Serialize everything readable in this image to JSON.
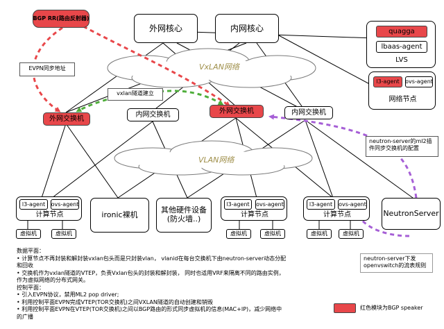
{
  "diagram": {
    "core_switches": [
      "外网核心",
      "内网核心"
    ],
    "vxlan_top": "VxLAN网络",
    "vxlan_mid": "VLAN网络",
    "bgp_rr": "BGP RR(路由反射器)",
    "evpn_sync": "EVPN同步地址",
    "vxlan_tunnel": "vxlan隧道建立",
    "ext_switch": "外网交换机",
    "int_switch": "内网交换机",
    "lvs": {
      "quagga": "quagga",
      "lbaas": "lbaas-agent",
      "label": "LVS"
    },
    "net_node": {
      "l3": "l3-agent",
      "ovs": "ovs-agent",
      "label": "网络节点"
    },
    "compute": {
      "l3": "l3-agent",
      "ovs": "ovs-agent",
      "label": "计算节点",
      "vm": "虚拟机"
    },
    "ironic": "ironic裸机",
    "hardware": [
      "其他硬件设备",
      "(防火墙..)"
    ],
    "neutron_server": "NeutronServer",
    "ml2_note": [
      "neutron-server的ml2插",
      "件同步交换机的配置"
    ],
    "flow_note": [
      "neutron-server下发",
      "openvswitch的流表规则"
    ],
    "legend": "红色模块为BGP  speaker"
  },
  "notes": [
    "数据平面：",
    "• 计算节点不再封装和解封装vxlan包头而是只封装vlan， vlanid在每台交换机下由neutron-server动态分配",
    "   和回收",
    "• 交换机作为vxlan隧道的VTEP，负责Vxlan包头的封装和解封装， 同时也适用VRF来隔离不同的路由实例，",
    "   作为虚拟网络的分布式网关。",
    "控制平面：",
    "• 引入EVPN协议，禁用ML2 pop driver;",
    "• 利用控制平面EVPN完成VTEP(TOR交换机)之间VXLAN隧道的自动创建和销毁",
    "• 利用控制平面EVPN在VTEP(TOR交换机)之间以BGP路由的形式同步虚拟机的信息(MAC+IP)，减少网络中",
    "   的广播"
  ],
  "colors": {
    "red": "#e8474a",
    "dash_red": "#e8474a",
    "dash_green": "#4fae3b",
    "dash_purple": "#a65fd6"
  }
}
